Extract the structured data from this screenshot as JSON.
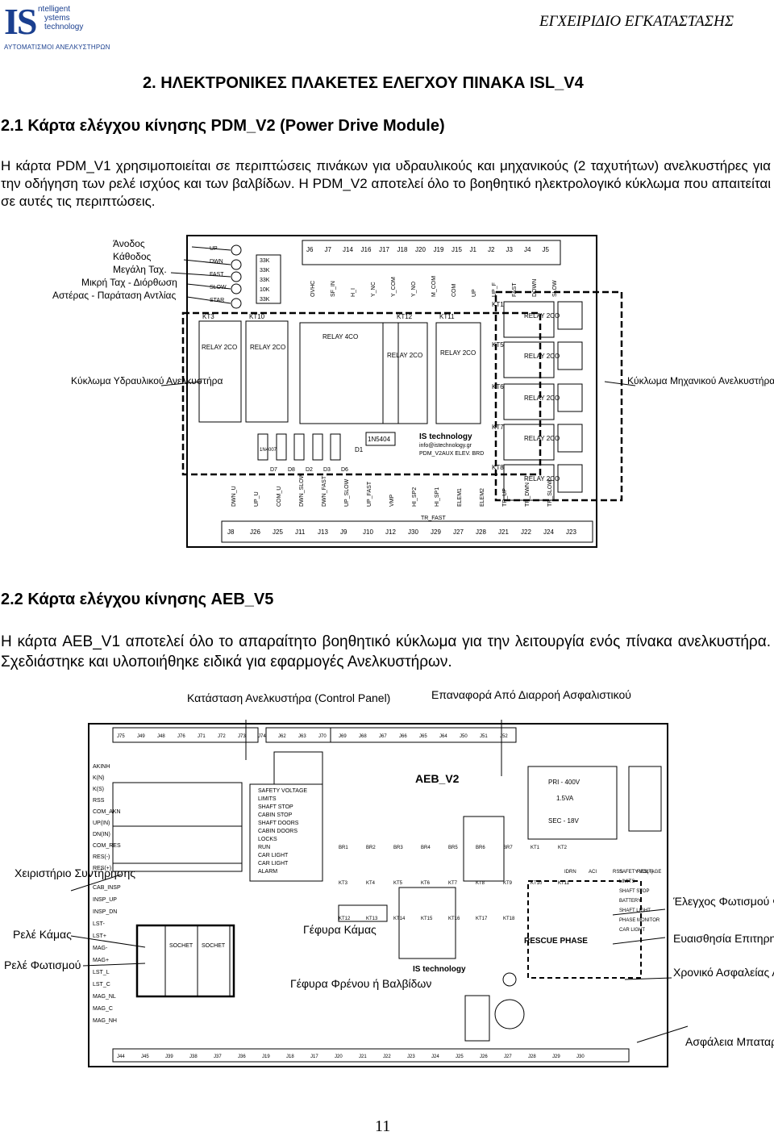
{
  "header": {
    "logo_main": "IS",
    "logo_side": [
      "ntelligent",
      "ystems",
      "technology"
    ],
    "logo_tagline": "ΑΥΤΟΜΑΤΙΣΜΟΙ ΑΝΕΛΚΥΣΤΗΡΩΝ",
    "document_title": "ΕΓΧΕΙΡΙΔΙΟ ΕΓΚΑΤΑΣΤΑΣΗΣ"
  },
  "section": {
    "title": "2. ΗΛΕΚΤΡΟΝΙΚΕΣ ΠΛΑΚΕΤΕΣ ΕΛΕΓΧΟΥ ΠΙΝΑΚΑ ISL_V4"
  },
  "subsection1": {
    "title": "2.1 Κάρτα ελέγχου κίνησης PDM_V2 (Power Drive Module)",
    "paragraph": "Η κάρτα PDM_V1 χρησιμοποιείται σε περιπτώσεις πινάκων για υδραυλικούς και μηχανικούς (2 ταχυτήτων) ανελκυστήρες για την οδήγηση των ρελέ ισχύος και των βαλβίδων. Η PDM_V2 αποτελεί όλο το βοηθητικό ηλεκτρολογικό κύκλωμα που απαιτείται σε αυτές τις περιπτώσεις."
  },
  "figure1": {
    "callouts": [
      "Άνοδος",
      "Κάθοδος",
      "Μεγάλη Ταχ.",
      "Μικρή Ταχ - Διόρθωση",
      "Αστέρας - Παράταση Αντλίας"
    ],
    "left_region": "Κύκλωμα Υδραυλικού Ανελκυστήρα",
    "right_region": "Κύκλωμα Μηχανικού Ανελκυστήρα",
    "top_connectors": [
      "J6",
      "J7",
      "J14",
      "J16",
      "J17",
      "J18",
      "J20",
      "J19",
      "J15",
      "J1",
      "J2",
      "J3",
      "J4",
      "J5"
    ],
    "top_signals": [
      "OVHC",
      "SF_IN",
      "H_I",
      "Y_NC",
      "Y_COM",
      "Y_NO",
      "M_COM",
      "COM",
      "UP",
      "UP_F",
      "FAST",
      "DOWN",
      "SLOW"
    ],
    "bottom_connectors": [
      "J8",
      "J26",
      "J25",
      "J11",
      "J13",
      "J9",
      "J10",
      "J12",
      "J30",
      "J29",
      "J27",
      "J28",
      "J21",
      "J22",
      "J24",
      "J23"
    ],
    "bottom_signals": [
      "DWN_U",
      "UP_U",
      "COM_U",
      "DWN_SLOW",
      "DWN_FAST",
      "UP_SLOW",
      "UP_FAST",
      "VMP",
      "HI_SP2",
      "HI_SP1",
      "ELEM1",
      "ELEM2",
      "TR_UP",
      "TR_DWN",
      "TR_SLOW"
    ],
    "tr_fast": "TR_FAST",
    "relays_left": [
      "KT3",
      "KT10",
      "KT12",
      "KT11"
    ],
    "relay_2co": "RELAY 2CO",
    "relay_4co": "RELAY 4CO",
    "relays_right": [
      "KT1",
      "KT5",
      "KT6",
      "KT7",
      "KT8"
    ],
    "brand": "IS technology",
    "brand_sub": "info@istechnology.gr",
    "board_id": "PDM_V2AUX ELEV. BRD",
    "diode_part": "1N5404",
    "diode_label": "D1",
    "resistor_part": "1N4007",
    "lower_diodes": [
      "D7",
      "D8",
      "D2",
      "D3",
      "D6"
    ],
    "pot_values": [
      "33K",
      "33K",
      "33K",
      "10K",
      "33K"
    ],
    "pot_names": [
      "UP",
      "DWN",
      "FAST",
      "SLOW",
      "STAR"
    ]
  },
  "subsection2": {
    "title": "2.2 Κάρτα ελέγχου κίνησης AEB_V5",
    "paragraph": "Η κάρτα AEB_V1 αποτελεί όλο το απαραίτητο βοηθητικό κύκλωμα για την λειτουργία ενός πίνακα ανελκυστήρα. Σχεδιάστηκε και υλοποιήθηκε ειδικά για εφαρμογές Ανελκυστήρων."
  },
  "figure2": {
    "top_callout_left": "Κατάσταση Ανελκυστήρα (Control Panel)",
    "top_callout_right": "Επαναφορά Από Διαρροή Ασφαλιστικού",
    "left_callouts": [
      "Χειριστήριο Συντήρησης",
      "Ρελέ Κάμας",
      "Ρελέ Φωτισμού"
    ],
    "right_callouts": [
      "Έλεγχος Φωτισμού Φρεατίου",
      "Ευαισθησία Επιτηρητή Τάσης",
      "Χρονικό Ασφαλείας Απεγκλωβισμού",
      "Ασφάλεια Μπαταρίας"
    ],
    "center_labels": [
      "Γέφυρα Κάμας",
      "Γέφυρα Φρένου ή Βαλβίδων"
    ],
    "board_name": "AEB_V2",
    "brand": "IS technology",
    "rescue_phase": "RESCUE PHASE",
    "status_items": [
      "SAFETY VOLTAGE",
      "LIMITS",
      "SHAFT STOP",
      "CABIN STOP",
      "SHAFT DOORS",
      "CABIN DOORS",
      "LOCKS",
      "RUN",
      "CAR LIGHT",
      "CAR LIGHT",
      "ALARM"
    ],
    "left_signals": [
      "AKINH",
      "K(N)",
      "K(S)",
      "RSS",
      "COM_AKN",
      "UP(IN)",
      "DN(IN)",
      "COM_RES",
      "RES(-)",
      "RES(+)"
    ],
    "inspection_labels": [
      "CAB_INSP",
      "INSP_UP",
      "INSP_DN",
      "LST-",
      "LST+",
      "MAG-",
      "MAG+",
      "LST_L",
      "LST_C",
      "MAG_NL",
      "MAG_C",
      "MAG_NH"
    ],
    "transformer_labels": [
      "PRI - 400V",
      "1.5VA",
      "SEC - 18V"
    ],
    "relay_labels": [
      "SOCHET",
      "SOCHET"
    ],
    "ref_labels": [
      "BR1",
      "BR2",
      "BR3",
      "BR4",
      "BR5",
      "BR6",
      "BR7",
      "KT1",
      "KT2",
      "KT3",
      "KT4",
      "KT5",
      "KT6",
      "KT7",
      "KT8",
      "KT9",
      "KT10",
      "KT11",
      "KT12",
      "KT13",
      "KT14",
      "KT15",
      "KT16",
      "KT17",
      "KT18"
    ],
    "top_connectors": [
      "J75",
      "J49",
      "J48",
      "J76",
      "J71",
      "J72",
      "J73",
      "J74",
      "J62",
      "J63",
      "J70",
      "J69",
      "J68",
      "J67",
      "J66",
      "J65",
      "J64",
      "J50",
      "J51",
      "J52"
    ],
    "bottom_connectors": [
      "J44",
      "J45",
      "J39",
      "J38",
      "J37",
      "J36",
      "J19",
      "J18",
      "J17",
      "J20",
      "J21",
      "J22",
      "J23",
      "J24",
      "J25",
      "J26",
      "J27",
      "J28",
      "J29",
      "J30"
    ],
    "right_signals": [
      "SAFETY VOLTAGE",
      "LIMITS",
      "SHAFT STOP",
      "BATTERY",
      "SHAFT LIGHT",
      "PHASE MONITOR",
      "CAR LIGHT"
    ],
    "side_signals": [
      "IDRN",
      "ACI",
      "RSS",
      "RES(+)"
    ]
  },
  "page_number": "11"
}
